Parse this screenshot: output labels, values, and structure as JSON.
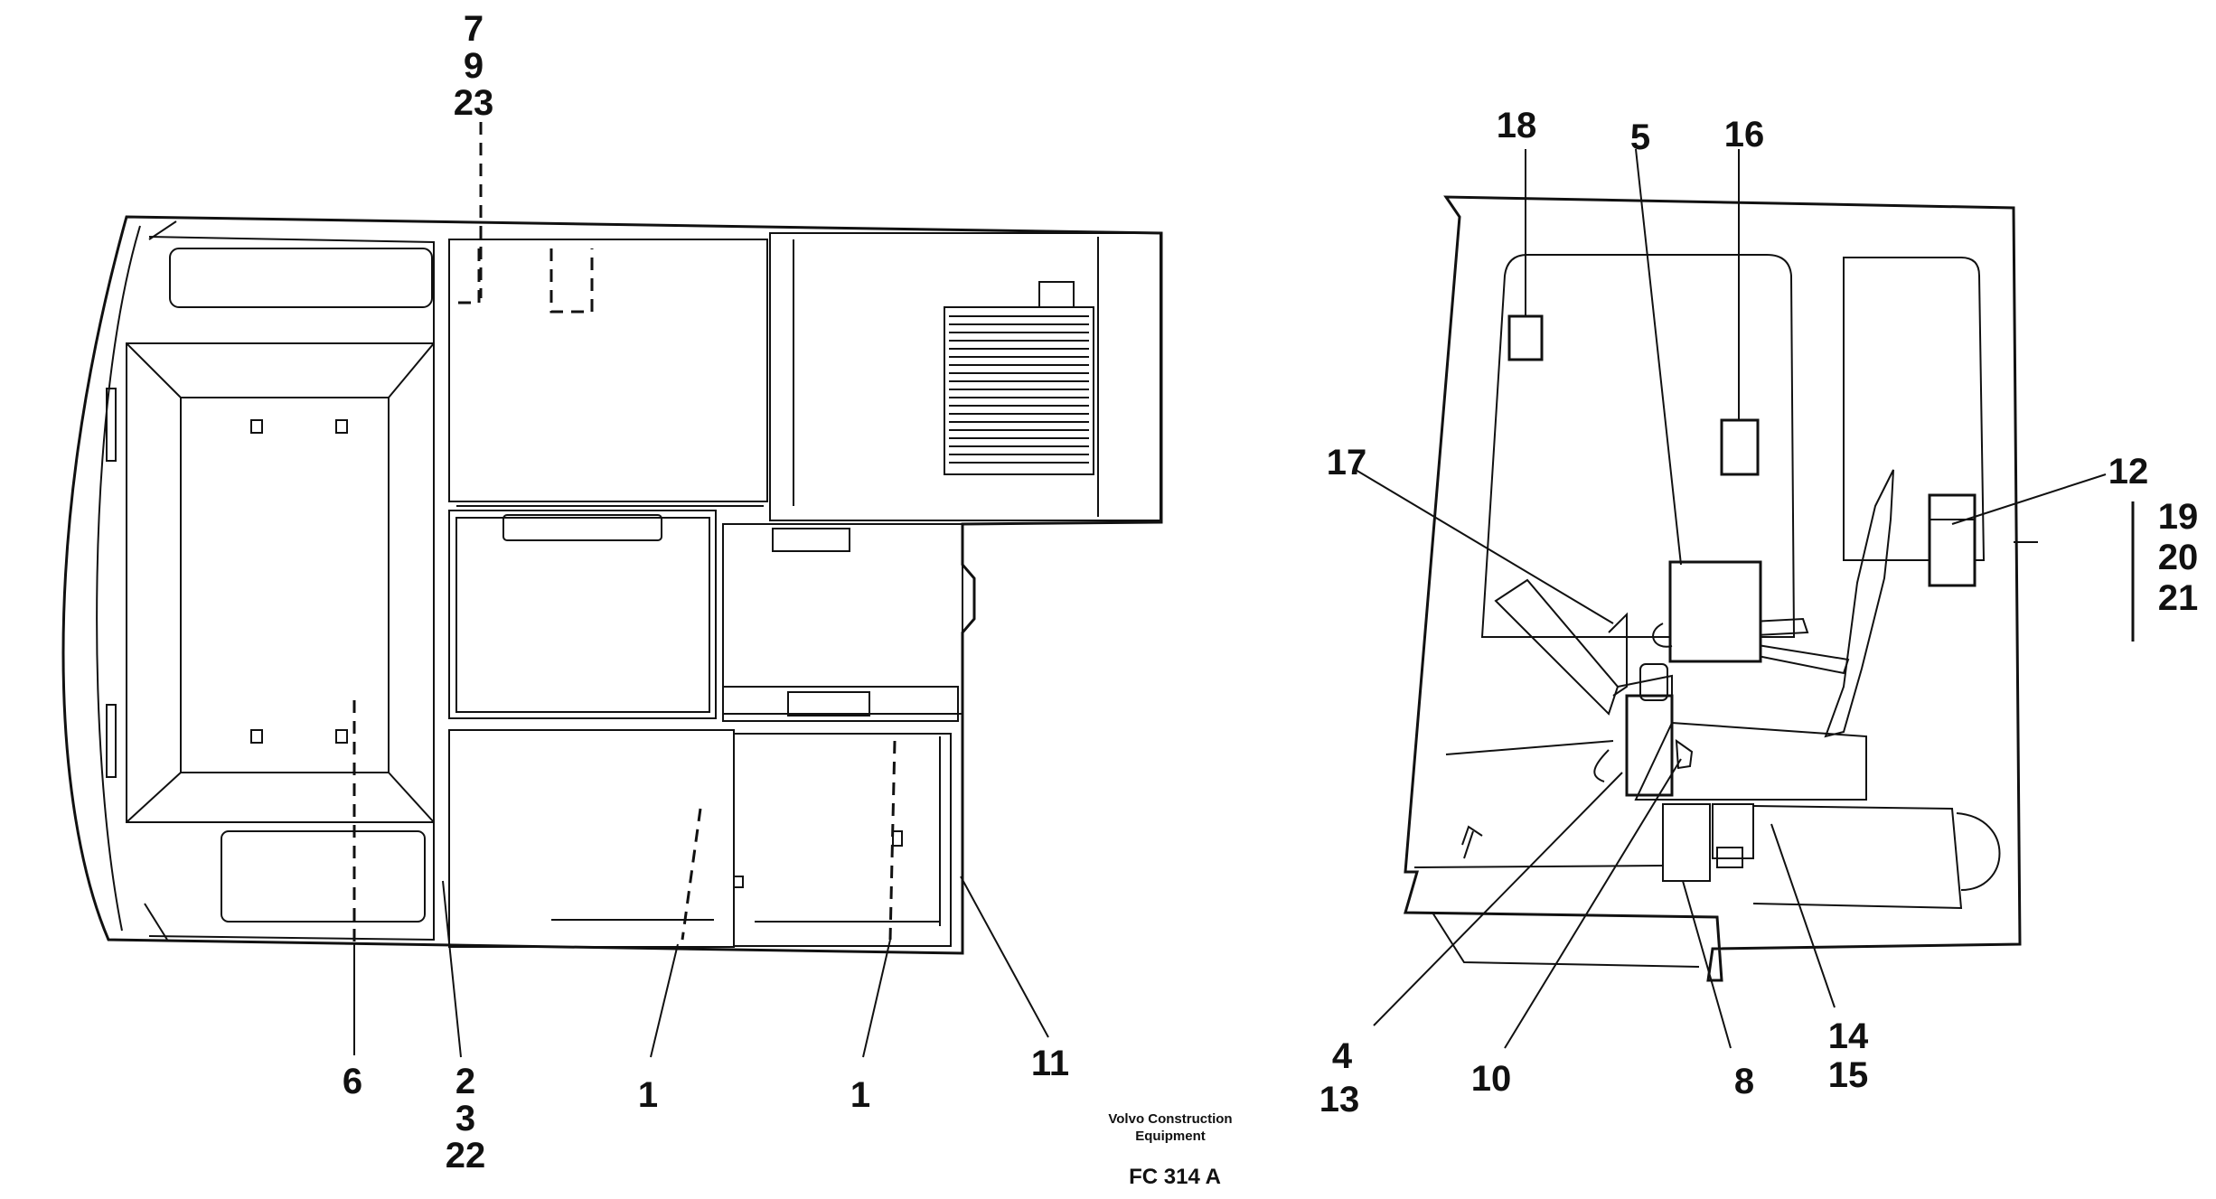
{
  "labels": {
    "l7": "7",
    "l9": "9",
    "l23": "23",
    "l6": "6",
    "l2": "2",
    "l3": "3",
    "l22": "22",
    "l1a": "1",
    "l1b": "1",
    "l11": "11",
    "l18": "18",
    "l5": "5",
    "l16": "16",
    "l17": "17",
    "l12": "12",
    "l19": "19",
    "l20": "20",
    "l21": "21",
    "l4": "4",
    "l13": "13",
    "l10": "10",
    "l8": "8",
    "l14": "14",
    "l15": "15"
  },
  "footer": {
    "maker_line1": "Volvo Construction",
    "maker_line2": "Equipment",
    "code": "FC 314 A"
  }
}
